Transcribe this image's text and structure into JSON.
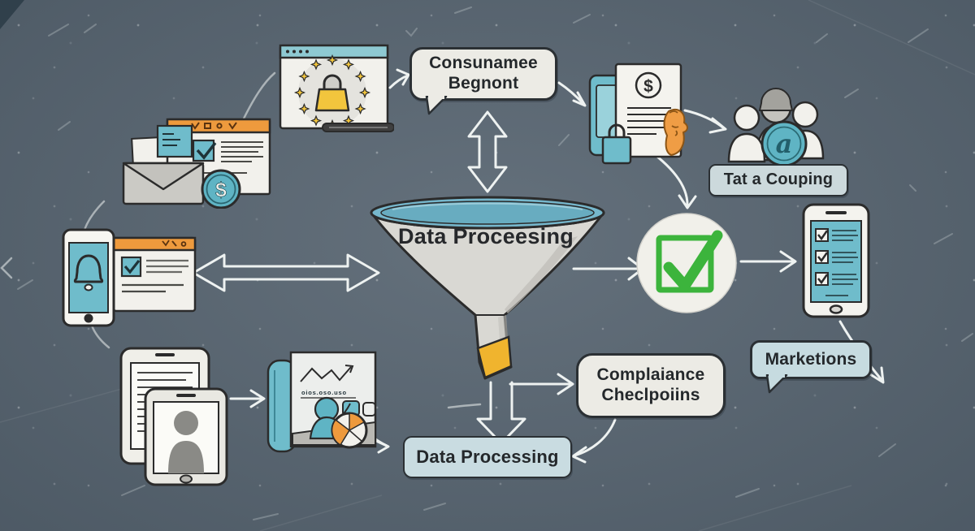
{
  "labels": {
    "consumer_segment": "Consunamee\nBegnont",
    "data_coupling": "Tat a Couping",
    "funnel": "Data Proceesing",
    "marketing": "Marketions",
    "compliance": "Complaiance\nCheclpoiins",
    "data_processing": "Data Processing",
    "analytics_small_text": "oios.oso.uso",
    "document_dollar": "$",
    "coin_dollar": "$",
    "audience_badge_letter": "a"
  },
  "colors": {
    "background": "#5b6874",
    "teal": "#6fbccb",
    "teal_dark": "#5fb4c4",
    "orange": "#ee9a3d",
    "yellow": "#f2c53d",
    "funnel_gold": "#f0b42e",
    "green_check": "#3cb43c",
    "bubble_cream": "#ecebe5",
    "label_blue": "#c9dce1",
    "outline_dark": "#2b2b2b",
    "chalk_white": "#eef2f1"
  },
  "icons": [
    "gdpr-lock-browser-icon",
    "envelope-consent-documents-icon",
    "dollar-coin-icon",
    "notification-phone-icon",
    "consent-browser-icon",
    "privacy-document-lock-icon",
    "audience-group-icon",
    "funnel-icon",
    "approval-checkmark-icon",
    "checklist-phone-icon",
    "analytics-report-icon",
    "user-profile-phones-icon"
  ]
}
